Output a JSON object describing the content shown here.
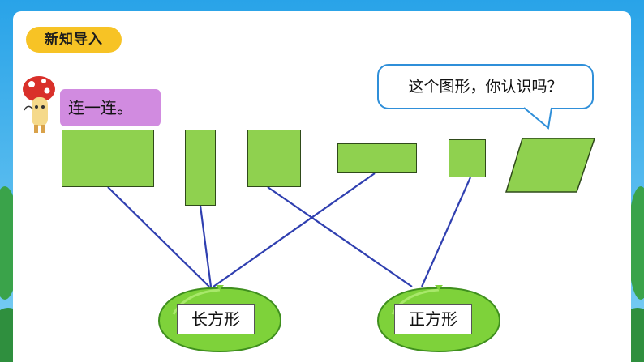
{
  "header": {
    "badge_label": "新知导入"
  },
  "instruction": {
    "text": "连一连。"
  },
  "speech_bubble": {
    "text": "这个图形，你认识吗？"
  },
  "shapes": [
    {
      "name": "rectangle-1",
      "kind": "rectangle"
    },
    {
      "name": "rectangle-2-tall",
      "kind": "rectangle"
    },
    {
      "name": "square-1",
      "kind": "square"
    },
    {
      "name": "rectangle-3-wide",
      "kind": "rectangle"
    },
    {
      "name": "square-2",
      "kind": "square"
    },
    {
      "name": "parallelogram",
      "kind": "parallelogram"
    }
  ],
  "categories": [
    {
      "label": "长方形"
    },
    {
      "label": "正方形"
    }
  ],
  "connections": [
    {
      "from": "rectangle-1",
      "to": "长方形"
    },
    {
      "from": "rectangle-2-tall",
      "to": "长方形"
    },
    {
      "from": "rectangle-3-wide",
      "to": "长方形"
    },
    {
      "from": "square-1",
      "to": "正方形"
    },
    {
      "from": "square-2",
      "to": "正方形"
    }
  ],
  "colors": {
    "shape_fill": "#8fd14f",
    "line": "#2f3fb0",
    "badge": "#f7c325",
    "prompt_box": "#d18be0",
    "bubble_border": "#2f8fd9",
    "leaf": "#7ed23a",
    "frame_background": "#33a7e6"
  }
}
